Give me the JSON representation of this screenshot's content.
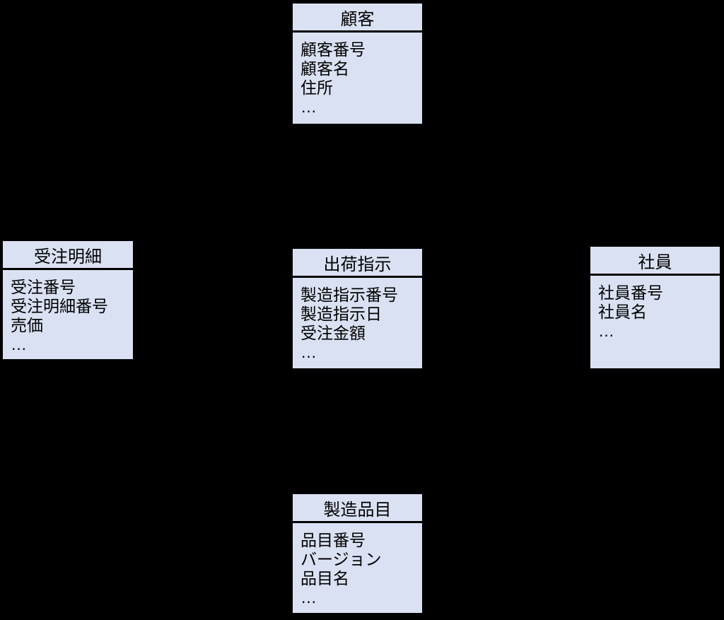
{
  "diagram": {
    "type": "entity-relationship",
    "background_color": "#000000",
    "entity_fill_color": "#dae1f2",
    "entity_border_color": "#000000",
    "entity_text_color": "#000000",
    "entities": [
      {
        "id": "customer",
        "name": "顧客",
        "attributes": [
          "顧客番号",
          "顧客名",
          "住所",
          "…"
        ]
      },
      {
        "id": "order-detail",
        "name": "受注明細",
        "attributes": [
          "受注番号",
          "受注明細番号",
          "売価",
          "…"
        ]
      },
      {
        "id": "shipping-instruction",
        "name": "出荷指示",
        "attributes": [
          "製造指示番号",
          "製造指示日",
          "受注金額",
          "…"
        ]
      },
      {
        "id": "employee",
        "name": "社員",
        "attributes": [
          "社員番号",
          "社員名",
          "…"
        ]
      },
      {
        "id": "manufactured-item",
        "name": "製造品目",
        "attributes": [
          "品目番号",
          "バージョン",
          "品目名",
          "…"
        ]
      }
    ]
  }
}
